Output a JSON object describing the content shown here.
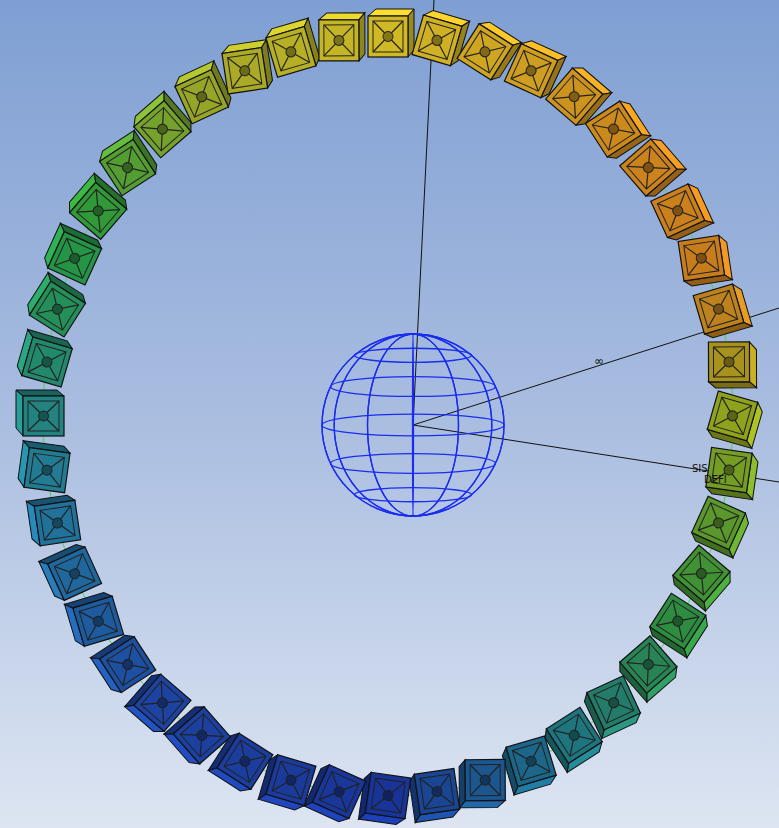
{
  "diagram": {
    "labels": [
      "∞",
      "SIS",
      "DEFI"
    ]
  }
}
